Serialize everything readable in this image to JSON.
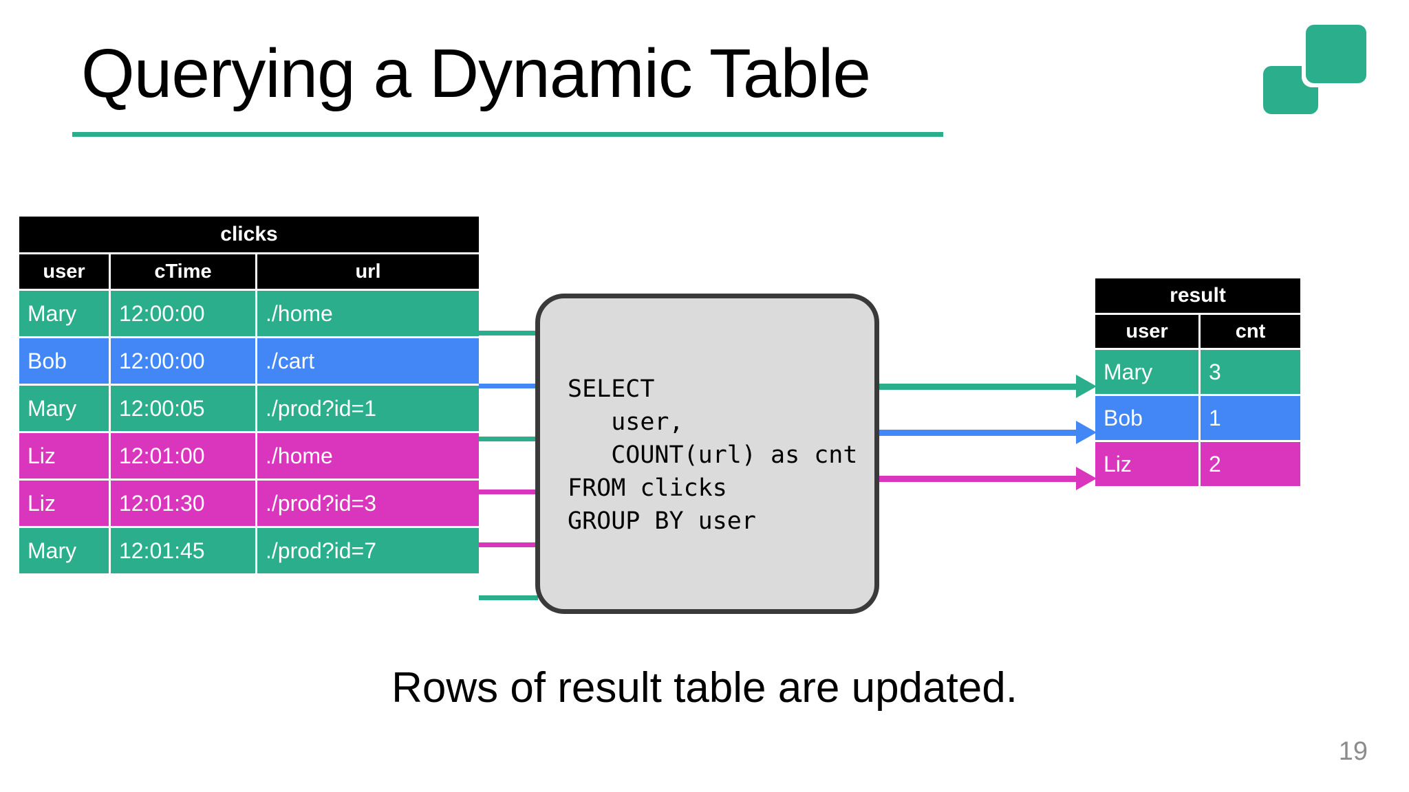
{
  "slide": {
    "title": "Querying a Dynamic Table",
    "caption": "Rows of result table are updated.",
    "page_number": "19"
  },
  "colors": {
    "accent_teal": "#2BAE8C",
    "row_teal": "#2BAE8C",
    "row_blue": "#4287F5",
    "row_magenta": "#D935BD",
    "header_black": "#000000",
    "box_fill": "#DBDBDB",
    "box_border": "#3A3A3A",
    "page_number_gray": "#8C8C8C"
  },
  "clicks_table": {
    "title": "clicks",
    "columns": [
      "user",
      "cTime",
      "url"
    ],
    "rows": [
      {
        "user": "Mary",
        "cTime": "12:00:00",
        "url": "./home",
        "color": "teal"
      },
      {
        "user": "Bob",
        "cTime": "12:00:00",
        "url": "./cart",
        "color": "blue"
      },
      {
        "user": "Mary",
        "cTime": "12:00:05",
        "url": "./prod?id=1",
        "color": "teal"
      },
      {
        "user": "Liz",
        "cTime": "12:01:00",
        "url": "./home",
        "color": "magenta"
      },
      {
        "user": "Liz",
        "cTime": "12:01:30",
        "url": "./prod?id=3",
        "color": "magenta"
      },
      {
        "user": "Mary",
        "cTime": "12:01:45",
        "url": "./prod?id=7",
        "color": "teal"
      }
    ]
  },
  "query": {
    "sql": "SELECT\n   user,\n   COUNT(url) as cnt\nFROM clicks\nGROUP BY user"
  },
  "result_table": {
    "title": "result",
    "columns": [
      "user",
      "cnt"
    ],
    "rows": [
      {
        "user": "Mary",
        "cnt": "3",
        "color": "teal"
      },
      {
        "user": "Bob",
        "cnt": "1",
        "color": "blue"
      },
      {
        "user": "Liz",
        "cnt": "2",
        "color": "magenta"
      }
    ]
  },
  "logo": {
    "name": "flink-squares-logo"
  }
}
